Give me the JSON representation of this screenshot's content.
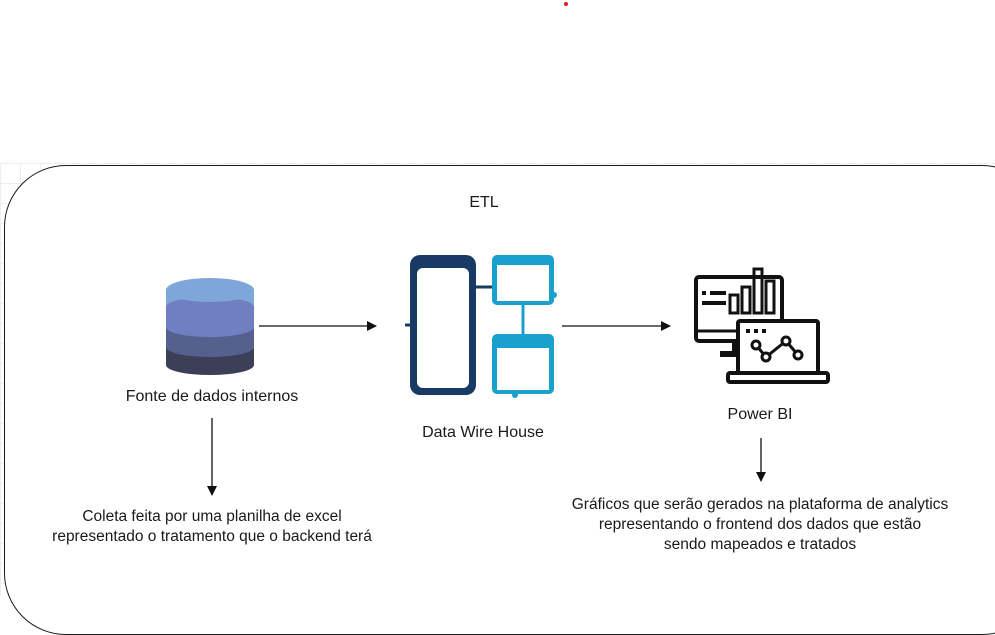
{
  "diagram": {
    "group_label": "ETL",
    "nodes": [
      {
        "id": "source",
        "label": "Fonte de dados internos",
        "icon": "database-icon"
      },
      {
        "id": "warehouse",
        "label": "Data Wire House",
        "icon": "data-warehouse-icon"
      },
      {
        "id": "powerbi",
        "label": "Power BI",
        "icon": "analytics-dashboard-icon"
      }
    ],
    "notes": {
      "source_line1": "Coleta feita por uma planilha de excel",
      "source_line2": "representado o tratamento que o backend terá",
      "powerbi_line1": "Gráficos que serão gerados na plataforma de analytics",
      "powerbi_line2": "representando o frontend dos dados que estão",
      "powerbi_line3": "sendo mapeados e tratados"
    },
    "edges": [
      {
        "from": "source",
        "to": "warehouse"
      },
      {
        "from": "warehouse",
        "to": "powerbi"
      },
      {
        "from": "source",
        "to": "source-note"
      },
      {
        "from": "powerbi",
        "to": "powerbi-note"
      }
    ],
    "colors": {
      "db_top": "#7fa6d9",
      "db_band2": "#6f7fc0",
      "db_band3": "#55608f",
      "db_bottom": "#3b4058",
      "warehouse_dark": "#1a3a66",
      "warehouse_light": "#1aa0cc",
      "line": "#1a1a1a"
    }
  }
}
